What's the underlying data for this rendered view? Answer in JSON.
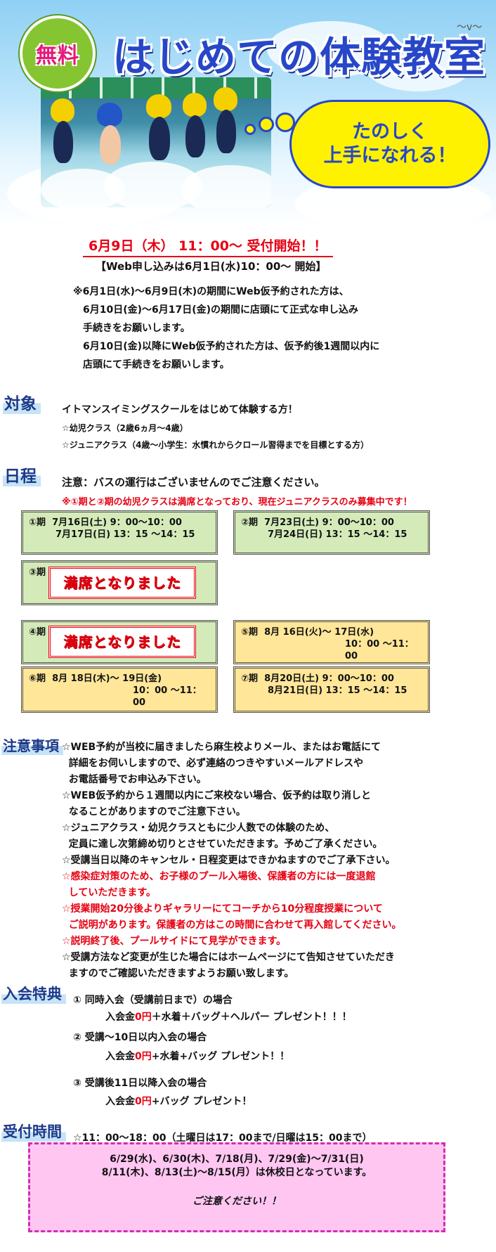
{
  "hero": {
    "badge": "無料",
    "title": "はじめての体験教室",
    "bubble_line1": "たのしく",
    "bubble_line2": "上手になれる！"
  },
  "schedule_start": {
    "main": "6月9日（木）  11：00～  受付開始！！",
    "web": "【Web申し込みは6月1日(水)10：00～ 開始】",
    "note_lines": [
      "※6月1日(水)～6月9日(木)の期間にWeb仮予約された方は、",
      "6月10日(金)～6月17日(金)の期間に店頭にて正式な申し込み",
      "手続きをお願いします。",
      "6月10日(金)以降にWeb仮予約された方は、仮予約後1週間以内に",
      "店頭にて手続きをお願いします。"
    ]
  },
  "target": {
    "heading": "対象",
    "lead": "イトマンスイミングスクールをはじめて体験する方！",
    "items": [
      "☆幼児クラス（2歳6ヵ月～4歳）",
      "☆ジュニアクラス（4歳～小学生：水慣れからクロール習得までを目標とする方）"
    ]
  },
  "dates": {
    "heading": "日程",
    "bus_note": "注意：バスの運行はございませんのでご注意ください。",
    "warning": "※①期と②期の幼児クラスは満席となっており、現在ジュニアクラスのみ募集中です！",
    "full_label": "満席となりました",
    "p1": {
      "label": "①期",
      "l1": "7月16日(土)   9：00～10：00",
      "l2": "7月17日(日)   13：15 ～14：15"
    },
    "p2": {
      "label": "②期",
      "l1": "7月23日(土)   9：00～10：00",
      "l2": "7月24日(日)   13：15 ～14：15"
    },
    "p3": {
      "label": "③期"
    },
    "p4": {
      "label": "④期"
    },
    "p5": {
      "label": "⑤期",
      "l1": "8月 16日(火)～ 17日(水)",
      "l2": "10：00 ～11：00"
    },
    "p6": {
      "label": "⑥期",
      "l1": "8月 18日(木)～ 19日(金)",
      "l2": "10：00 ～11：00"
    },
    "p7": {
      "label": "⑦期",
      "l1": "8月20日(土)   9：00～10：00",
      "l2": "8月21日(日)   13：15 ～14：15"
    }
  },
  "notes": {
    "heading": "注意事項",
    "lines": [
      "☆WEB予約が当校に届きましたら麻生校よりメール、またはお電話にて",
      "  詳細をお伺いしますので、必ず連絡のつきやすいメールアドレスや",
      "  お電話番号でお申込み下さい。",
      "☆WEB仮予約から１週間以内にご来校ない場合、仮予約は取り消しと",
      "  なることがありますのでご注意下さい。",
      "☆ジュニアクラス・幼児クラスともに少人数での体験のため、",
      "  定員に達し次第締め切りとさせていただきます。予めご了承ください。",
      "☆受講当日以降のキャンセル・日程変更はできかねますのでご了承下さい。"
    ],
    "red_lines": [
      "☆感染症対策のため、お子様のプール入場後、保護者の方には一度退館",
      "  していただきます。",
      "☆授業開始20分後よりギャラリーにてコーチから10分程度授業について",
      "  ご説明があります。保護者の方はこの時間に合わせて再入館してください。",
      "☆説明終了後、プールサイドにて見学ができます。"
    ],
    "tail_lines": [
      "☆受講方法など変更が生じた場合にはホームページにて告知させていただき",
      "  ますのでご確認いただきますようお願い致します。"
    ]
  },
  "benefits": {
    "heading": "入会特典",
    "b1_title": "①   同時入会（受講前日まで）の場合",
    "b1_pre": "入会金",
    "b1_zero": "0円",
    "b1_post": "＋水着＋バッグ＋ヘルパー   プレゼント！！！",
    "b2_title": "②   受講～10日以内入会の場合",
    "b2_pre": "入会金",
    "b2_zero": "0円",
    "b2_post": "+水着+バッグ   プレゼント！！",
    "b3_title": "③   受講後11日以降入会の場合",
    "b3_pre": "入会金",
    "b3_zero": "0円",
    "b3_post": "+バッグ   プレゼント！"
  },
  "hours": {
    "heading": "受付時間",
    "text": "☆11：00～18：00（土曜日は17：00まで/日曜は15：00まで）"
  },
  "closed": {
    "l1": "6/29(水)、6/30(木)、7/18(月)、7/29(金)～7/31(日)",
    "l2": "8/11(木)、8/13(土)～8/15(月）は休校日となっています。",
    "l3": "ご注意ください！！"
  }
}
